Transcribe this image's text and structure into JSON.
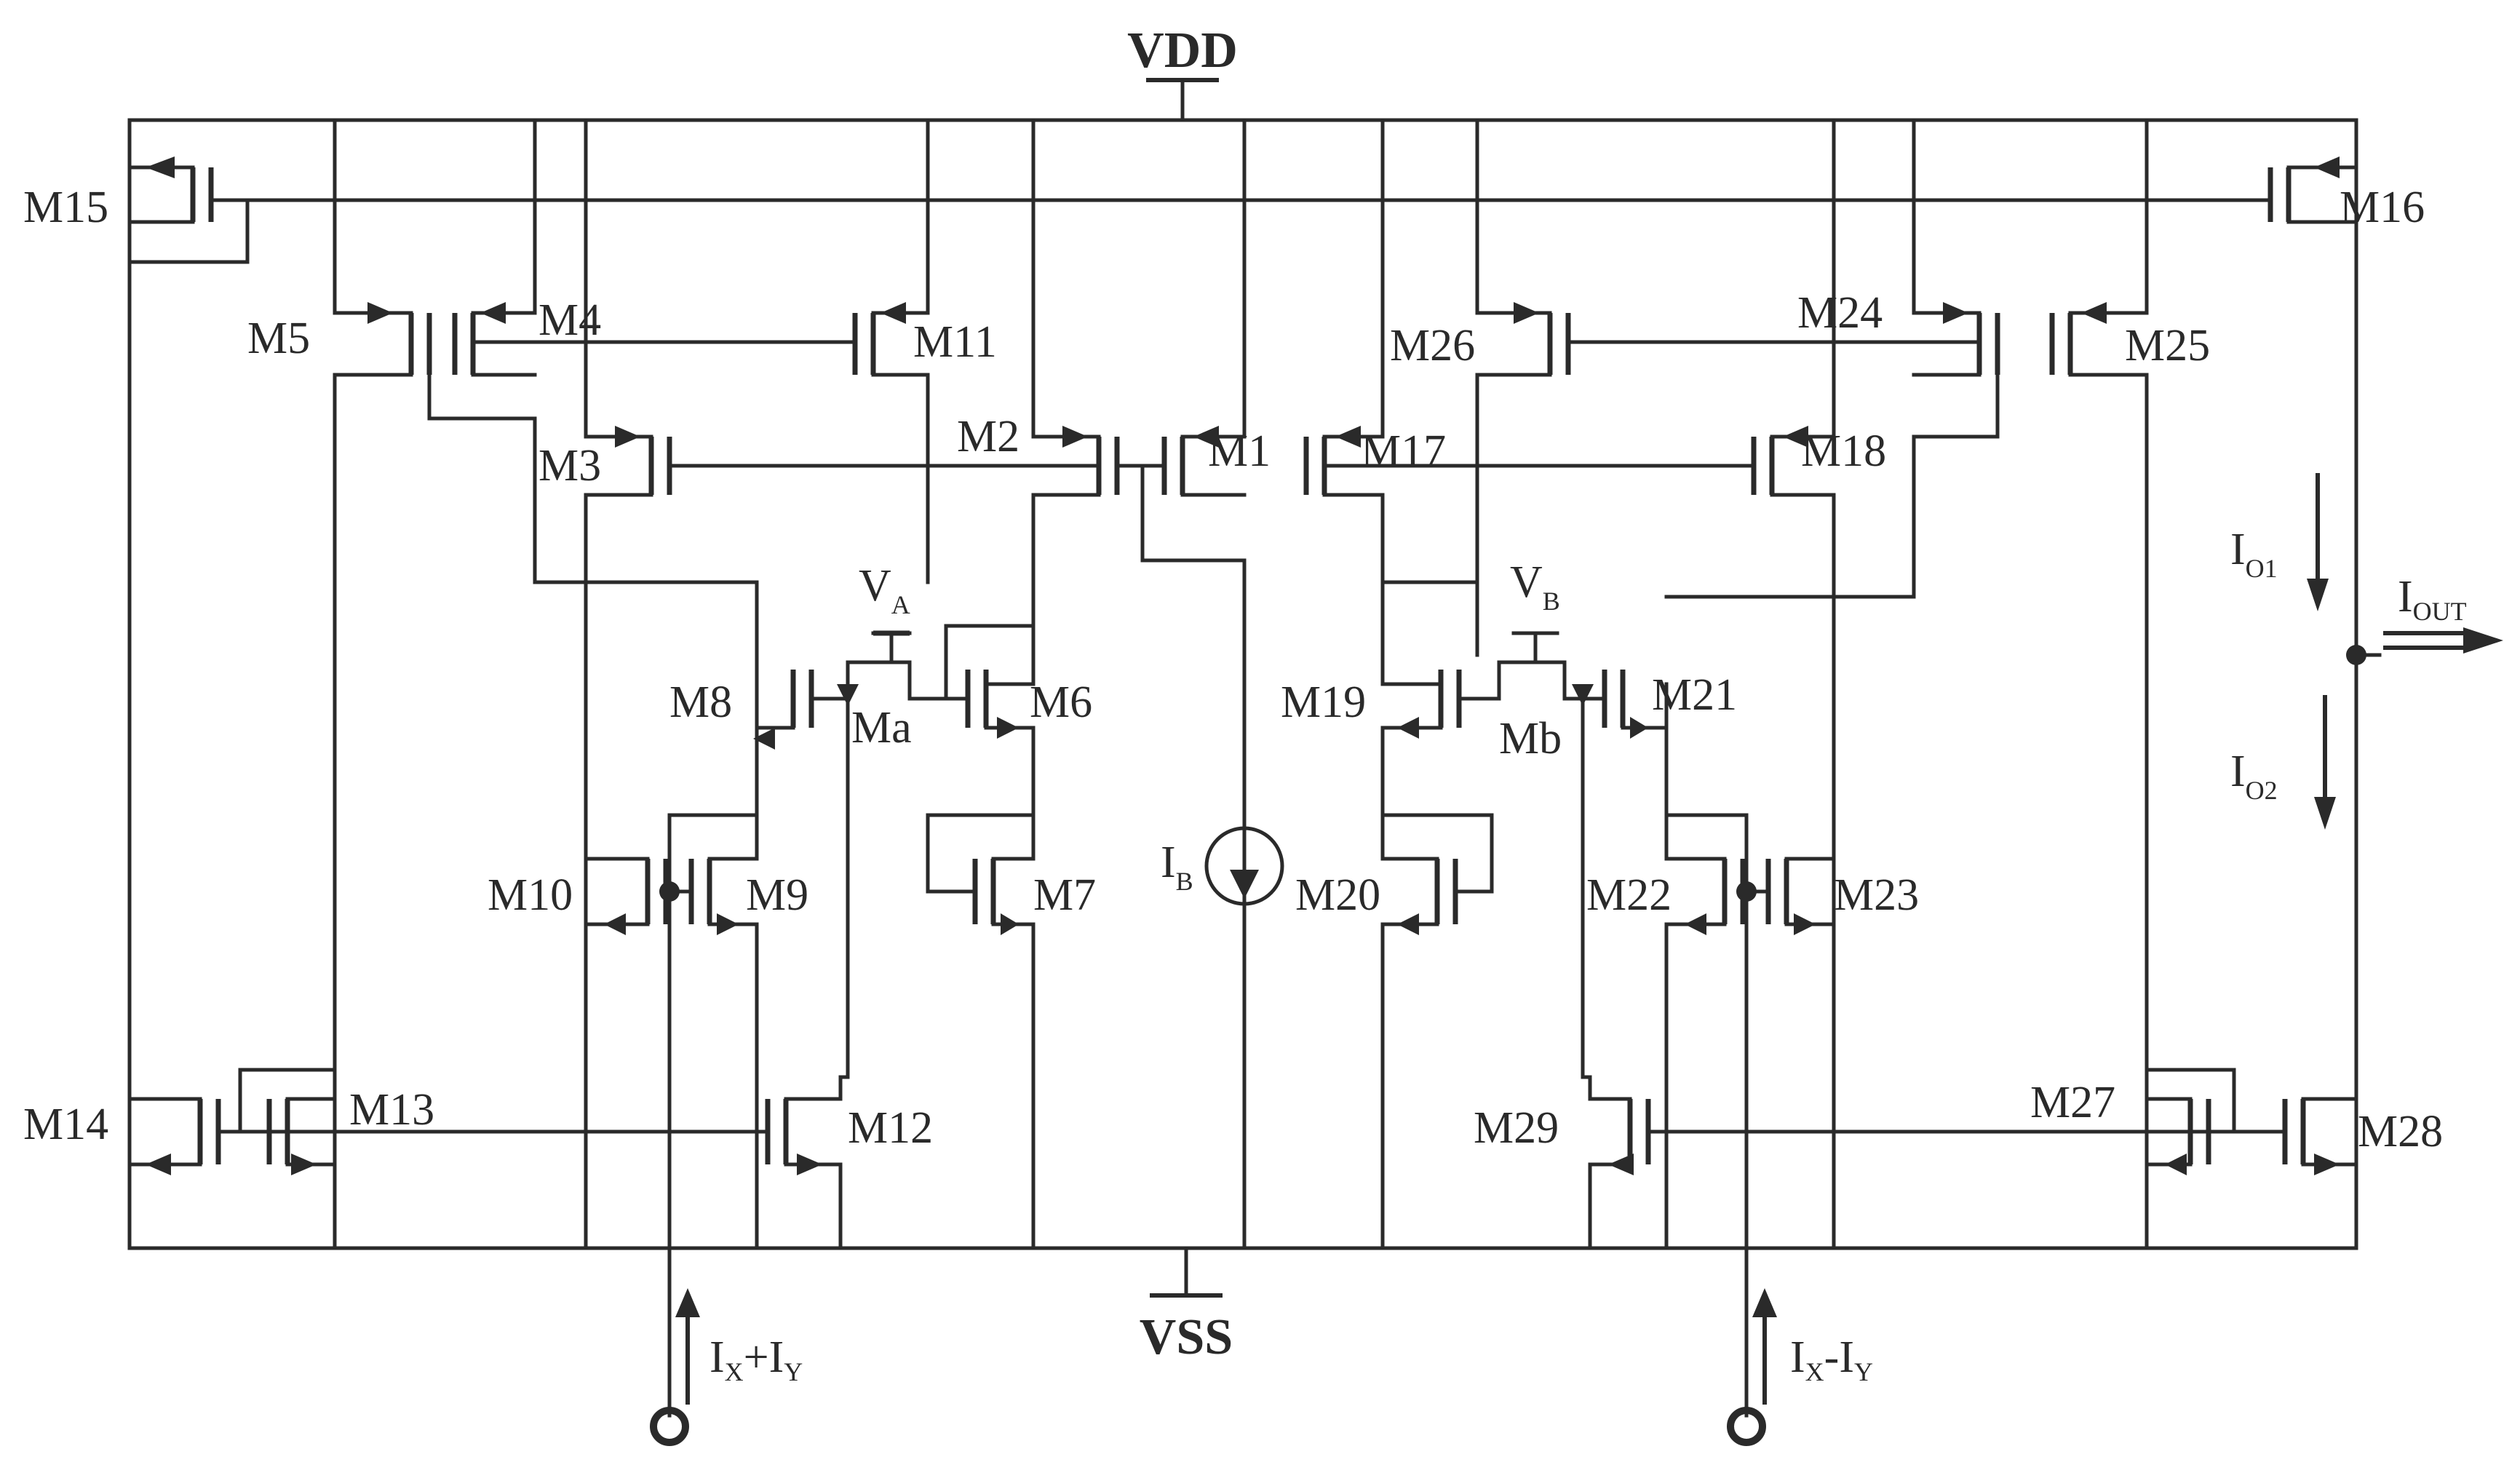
{
  "rails": {
    "vdd": "VDD",
    "vss": "VSS"
  },
  "transistors": {
    "M15": "M15",
    "M16": "M16",
    "M5": "M5",
    "M4": "M4",
    "M11": "M11",
    "M26": "M26",
    "M24": "M24",
    "M25": "M25",
    "M3": "M3",
    "M2": "M2",
    "M1": "M1",
    "M17": "M17",
    "M18": "M18",
    "M8": "M8",
    "Ma": "Ma",
    "M6": "M6",
    "M19": "M19",
    "Mb": "Mb",
    "M21": "M21",
    "M10": "M10",
    "M9": "M9",
    "M7": "M7",
    "M20": "M20",
    "M22": "M22",
    "M23": "M23",
    "M14": "M14",
    "M13": "M13",
    "M12": "M12",
    "M29": "M29",
    "M27": "M27",
    "M28": "M28"
  },
  "sources": {
    "va_main": "V",
    "va_sub": "A",
    "vb_main": "V",
    "vb_sub": "B",
    "ib_main": "I",
    "ib_sub": "B"
  },
  "currents": {
    "io1_main": "I",
    "io1_sub": "O1",
    "io2_main": "I",
    "io2_sub": "O2",
    "iout_main": "I",
    "iout_sub": "OUT"
  },
  "inputs": {
    "in1": {
      "a": "I",
      "a_sub": "X",
      "op": "+",
      "b": "I",
      "b_sub": "Y"
    },
    "in2": {
      "a": "I",
      "a_sub": "X",
      "op": "-",
      "b": "I",
      "b_sub": "Y"
    }
  }
}
